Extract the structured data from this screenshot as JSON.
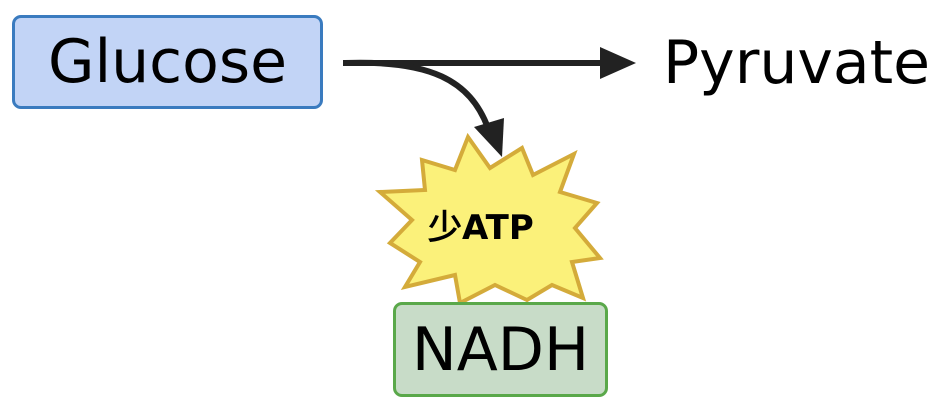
{
  "nodes": {
    "glucose": {
      "label": "Glucose",
      "fill": "#c2d4f6",
      "stroke": "#3a7bbf"
    },
    "pyruvate": {
      "label": "Pyruvate"
    },
    "atp": {
      "label": "少ATP",
      "fill": "#fbf17a",
      "stroke": "#d4ab3a"
    },
    "nadh": {
      "label": "NADH",
      "fill": "#c8dcc8",
      "stroke": "#5aa84a"
    }
  },
  "edges": [
    {
      "from": "Glucose",
      "to": "Pyruvate"
    },
    {
      "from": "Glucose",
      "to": "ATP"
    }
  ],
  "colors": {
    "arrow": "#222222"
  }
}
